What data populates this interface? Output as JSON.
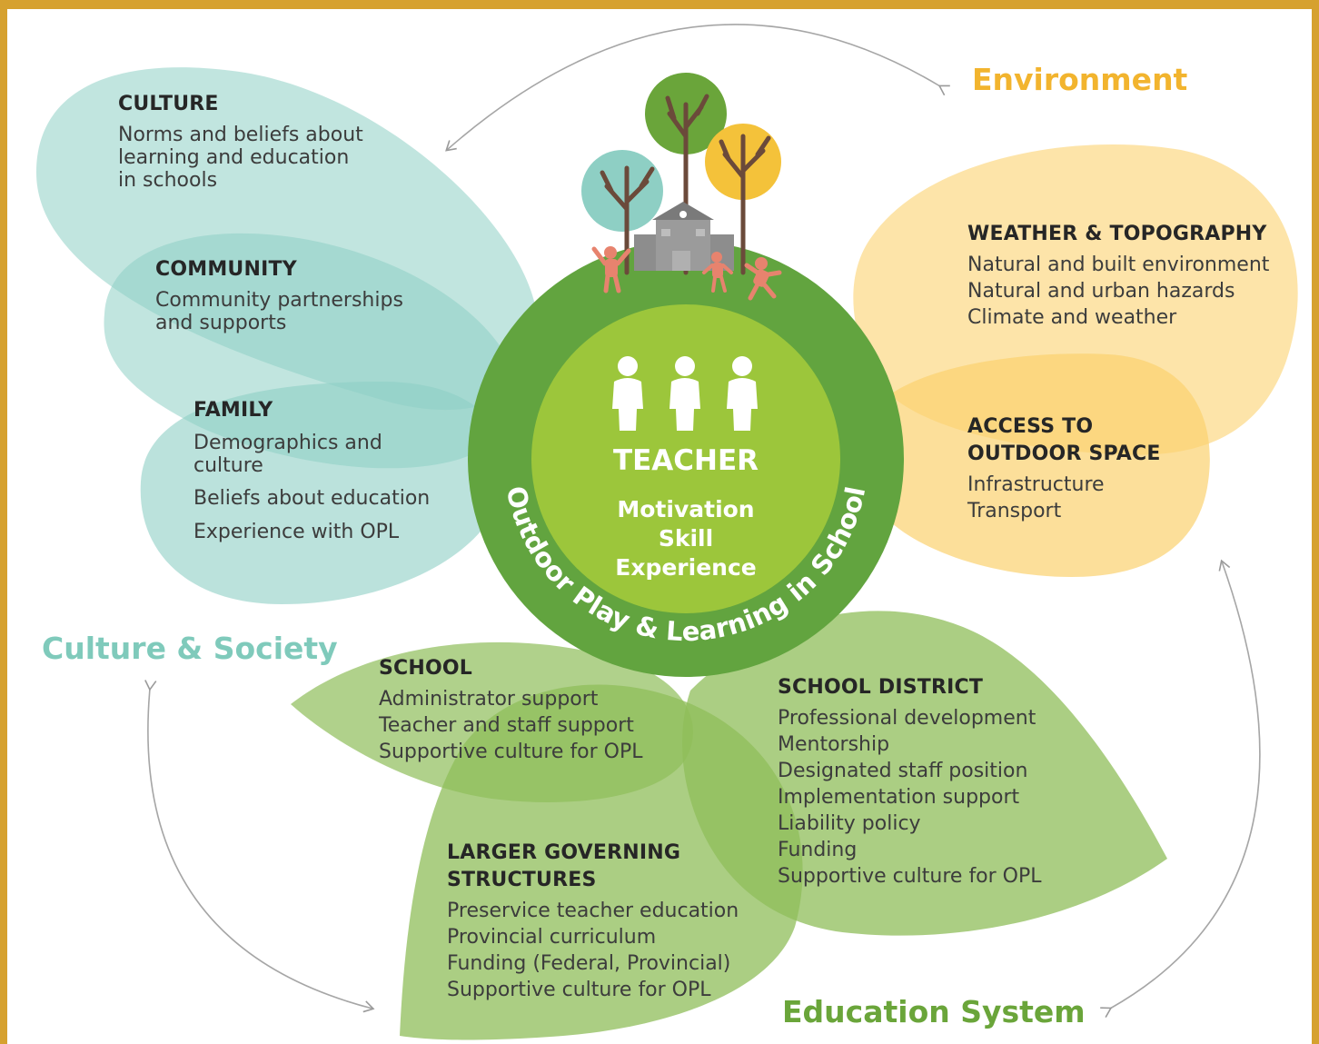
{
  "categories": {
    "environment": "Environment",
    "culture_society": "Culture & Society",
    "education_system": "Education System"
  },
  "center": {
    "ring_text": "Outdoor Play & Learning in School",
    "title": "TEACHER",
    "attributes": [
      "Motivation",
      "Skill",
      "Experience"
    ]
  },
  "petals": {
    "culture": {
      "heading": "CULTURE",
      "lines": [
        "Norms and beliefs about",
        "learning and education",
        "in schools"
      ]
    },
    "community": {
      "heading": "COMMUNITY",
      "lines": [
        "Community partnerships",
        "and supports"
      ]
    },
    "family": {
      "heading": "FAMILY",
      "lines": [
        "Demographics and",
        "culture",
        "Beliefs about education",
        "Experience with OPL"
      ]
    },
    "weather": {
      "heading": "WEATHER & TOPOGRAPHY",
      "lines": [
        "Natural and built environment",
        "Natural and urban hazards",
        "Climate and weather"
      ]
    },
    "access": {
      "heading_lines": [
        "ACCESS TO",
        "OUTDOOR SPACE"
      ],
      "lines": [
        "Infrastructure",
        "Transport"
      ]
    },
    "school": {
      "heading": "SCHOOL",
      "lines": [
        "Administrator support",
        "Teacher and staff support",
        "Supportive culture for OPL"
      ]
    },
    "district": {
      "heading": "SCHOOL DISTRICT",
      "lines": [
        "Professional development",
        "Mentorship",
        "Designated staff position",
        "Implementation support",
        "Liability policy",
        "Funding",
        "Supportive culture for OPL"
      ]
    },
    "governing": {
      "heading_lines": [
        "LARGER GOVERNING",
        "STRUCTURES"
      ],
      "lines": [
        "Preservice teacher education",
        "Provincial curriculum",
        "Funding (Federal, Provincial)",
        "Supportive culture for OPL"
      ]
    }
  },
  "colors": {
    "border": "#d6a12f",
    "teal": "#8ecfc4",
    "yellow": "#fbd26f",
    "green_leaf": "#8fbd5a",
    "ring": "#62a43f",
    "inner": "#9cc63b",
    "environment_label": "#f2b42e",
    "culture_label": "#7fcabb",
    "education_label": "#6aa53a"
  },
  "icons": [
    "tree-teal-icon",
    "tree-green-icon",
    "tree-yellow-icon",
    "school-building-icon",
    "child-icon",
    "person-icon",
    "cycle-arrow-icon"
  ]
}
